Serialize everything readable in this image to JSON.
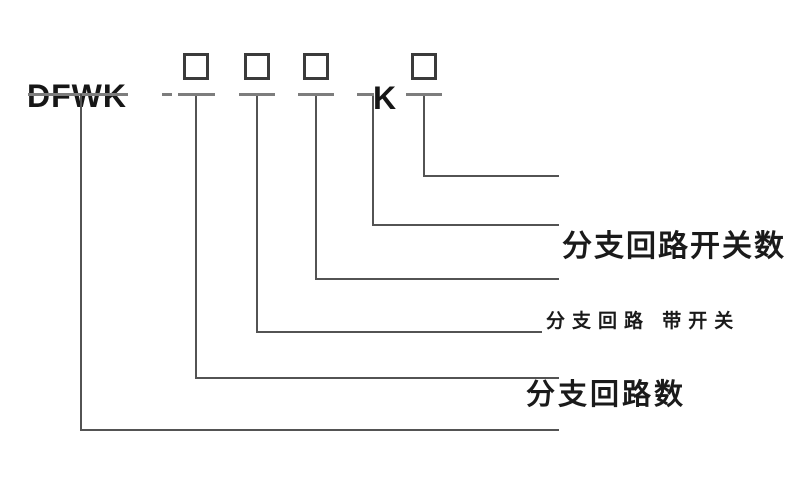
{
  "diagram": {
    "type": "model-designation-key",
    "model": {
      "prefix": "DFWK",
      "mid_letter": "K",
      "placeholder_box_count": 4,
      "placeholder_symbol": "box"
    },
    "callout_labels": {
      "switch_count": "分支回路开关数",
      "with_switch": "分支回路 带开关",
      "circuit_count": "分支回路数"
    },
    "callouts": [
      {
        "source": "box-4",
        "label": ""
      },
      {
        "source": "letter-k",
        "label": "分支回路开关数"
      },
      {
        "source": "box-3",
        "label": "分支回路 带开关"
      },
      {
        "source": "box-2",
        "label": ""
      },
      {
        "source": "box-1",
        "label": "分支回路数"
      },
      {
        "source": "prefix-dfwk",
        "label": ""
      }
    ],
    "colors": {
      "background": "#ffffff",
      "callout_line": "#535353",
      "header_line": "#7d7d7d",
      "box_border": "#3b3b3b",
      "text": "#1a1a1a"
    }
  }
}
